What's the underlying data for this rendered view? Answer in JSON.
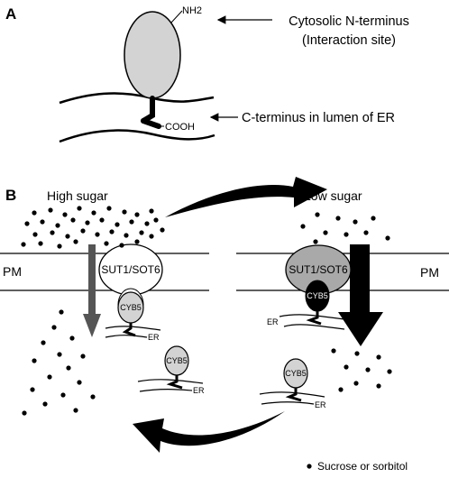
{
  "panel_a": {
    "label": "A",
    "nh2_label": "NH2",
    "cooh_label": "COOH",
    "callout_n_line1": "Cytosolic N-terminus",
    "callout_n_line2": "(Interaction site)",
    "callout_c": "C-terminus in lumen of ER"
  },
  "panel_b": {
    "label": "B",
    "high_sugar": "High sugar",
    "low_sugar": "Low sugar",
    "pm_left": "PM",
    "pm_right": "PM",
    "transporter_left": "SUT1/SOT6",
    "transporter_right": "SUT1/SOT6",
    "cyb5_bound_left": "CYB5",
    "cyb5_bound_right": "CYB5",
    "cyb5_free_left": "CYB5",
    "cyb5_free_right": "CYB5",
    "er_left_bound": "ER",
    "er_right_bound": "ER",
    "er_free_left": "ER",
    "er_free_right": "ER",
    "legend": "Sucrose or sorbitol"
  },
  "colors": {
    "protein_grey": "#d3d3d3",
    "transporter_dark": "#a9a9a9",
    "arrow_grey": "#555555",
    "ink": "#000000"
  }
}
